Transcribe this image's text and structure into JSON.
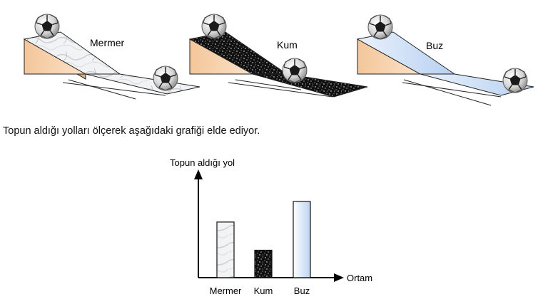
{
  "ramps": [
    {
      "surface": "marble",
      "label": "Mermer"
    },
    {
      "surface": "sand",
      "label": "Kum"
    },
    {
      "surface": "ice",
      "label": "Buz"
    }
  ],
  "caption": "Topun aldığı yolları ölçerek aşağıdaki grafiği elde ediyor.",
  "chart_data": {
    "type": "bar",
    "categories": [
      "Mermer",
      "Kum",
      "Buz"
    ],
    "values": [
      0.73,
      0.36,
      1.0
    ],
    "ylabel": "Topun aldığı yol",
    "xlabel": "Ortam",
    "ylim": [
      0,
      1.3
    ],
    "colors": {
      "Mermer": "#e8eaec",
      "Kum": "#161616",
      "Buz": "#cfe0f6"
    }
  },
  "colors": {
    "wedge": "#f6d0a8",
    "ice": "#c9dcf5",
    "ball": "#d8d8d8"
  },
  "icons": [
    "soccer-ball-icon"
  ]
}
